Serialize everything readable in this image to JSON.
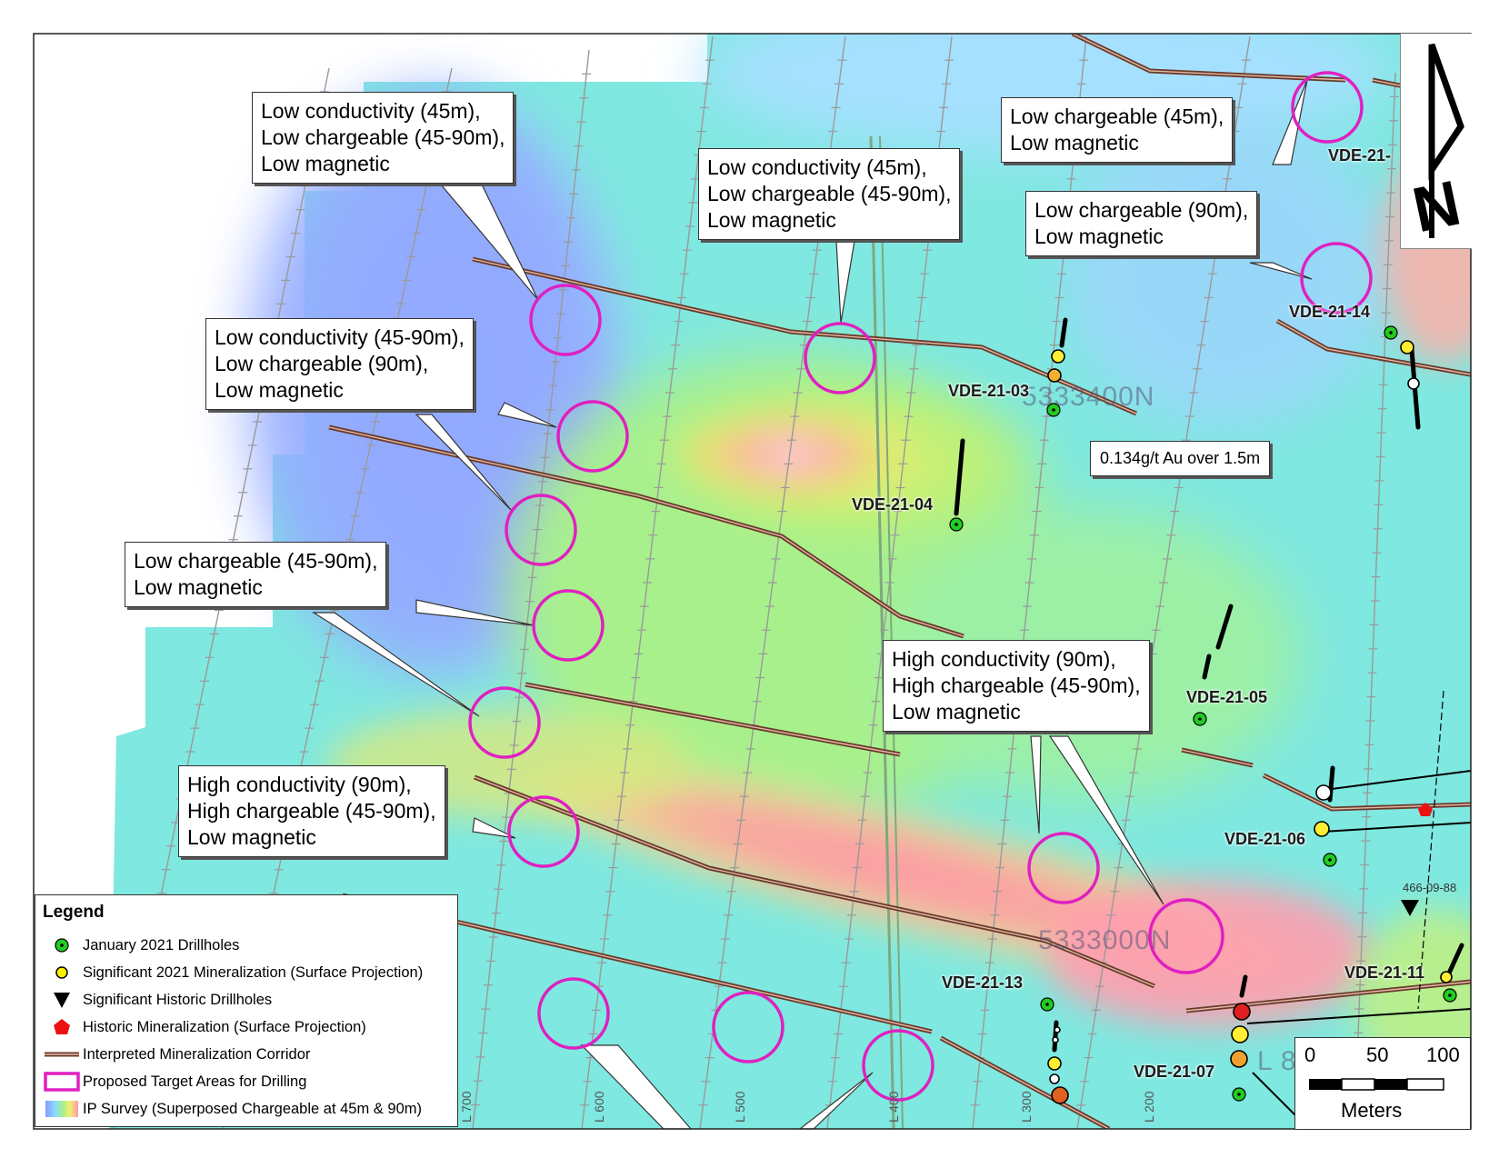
{
  "callouts": [
    {
      "id": "c1",
      "lines": [
        "Low conductivity (45m),",
        "Low chargeable (45-90m),",
        "Low magnetic"
      ]
    },
    {
      "id": "c2",
      "lines": [
        "Low conductivity (45m),",
        "Low chargeable (45-90m),",
        "Low magnetic"
      ]
    },
    {
      "id": "c3",
      "lines": [
        "Low chargeable (45m),",
        "Low magnetic"
      ]
    },
    {
      "id": "c4",
      "lines": [
        "Low chargeable (90m),",
        "Low magnetic"
      ]
    },
    {
      "id": "c5",
      "lines": [
        "Low conductivity (45-90m),",
        "Low chargeable (90m),",
        "Low magnetic"
      ]
    },
    {
      "id": "c6",
      "lines": [
        "Low chargeable (45-90m),",
        "Low magnetic"
      ]
    },
    {
      "id": "c7",
      "lines": [
        "High conductivity (90m),",
        "High chargeable (45-90m),",
        "Low magnetic"
      ]
    },
    {
      "id": "c8",
      "lines": [
        "High conductivity (90m),",
        "High chargeable (45-90m),",
        "Low magnetic"
      ]
    }
  ],
  "assay_note": "0.134g/t Au over 1.5m",
  "drillholes": [
    "VDE-21-",
    "VDE-21-14",
    "VDE-21-03",
    "VDE-21-04",
    "VDE-21-05",
    "VDE-21-06",
    "VDE-21-11",
    "VDE-21-13",
    "VDE-21-07"
  ],
  "historic_hole": "466-09-88",
  "grid_labels": [
    "5333400N",
    "5333000N"
  ],
  "line_labels": [
    "L 700",
    "L 600",
    "L 500",
    "L 400",
    "L 300",
    "L 200"
  ],
  "partial_line_label": "L 8",
  "legend": {
    "title": "Legend",
    "items": [
      {
        "label": "January 2021 Drillholes",
        "symbol": "green-dot-icon",
        "color": "#22cc22"
      },
      {
        "label": "Significant 2021 Mineralization (Surface Projection)",
        "symbol": "yellow-dot-icon",
        "color": "#ffee00"
      },
      {
        "label": "Significant Historic Drillholes",
        "symbol": "black-triangle-icon",
        "color": "#000000"
      },
      {
        "label": "Historic Mineralization (Surface Projection)",
        "symbol": "red-pentagon-icon",
        "color": "#ee1111"
      },
      {
        "label": "Interpreted Mineralization Corridor",
        "symbol": "brown-double-line-icon",
        "color": "#7a4a3a"
      },
      {
        "label": "Proposed Target Areas for Drilling",
        "symbol": "magenta-box-icon",
        "color": "#e020c0"
      },
      {
        "label": "IP Survey (Superposed Chargeable at 45m & 90m)",
        "symbol": "rainbow-ramp-icon",
        "color": "#88aaff"
      }
    ]
  },
  "scale": {
    "ticks": [
      "0",
      "50",
      "100"
    ],
    "unit": "Meters"
  },
  "north_arrow": {
    "letter": "N"
  },
  "colors": {
    "target": "#e020c0",
    "corridor": "#6b3a2a",
    "survey_line": "#9a9a9a"
  }
}
